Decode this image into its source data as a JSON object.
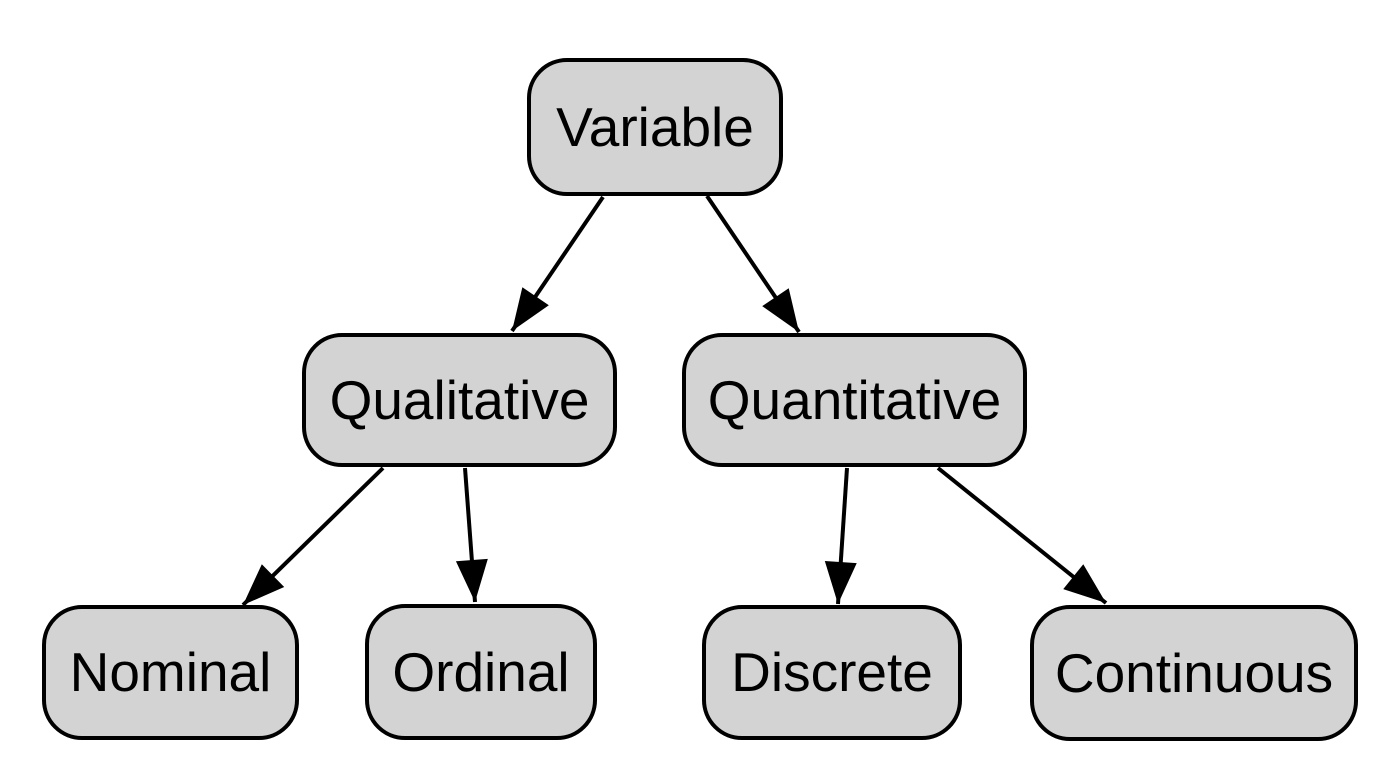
{
  "nodes": {
    "variable": {
      "label": "Variable"
    },
    "qualitative": {
      "label": "Qualitative"
    },
    "quantitative": {
      "label": "Quantitative"
    },
    "nominal": {
      "label": "Nominal"
    },
    "ordinal": {
      "label": "Ordinal"
    },
    "discrete": {
      "label": "Discrete"
    },
    "continuous": {
      "label": "Continuous"
    }
  },
  "edges": [
    {
      "from": "Variable",
      "to": "Qualitative"
    },
    {
      "from": "Variable",
      "to": "Quantitative"
    },
    {
      "from": "Qualitative",
      "to": "Nominal"
    },
    {
      "from": "Qualitative",
      "to": "Ordinal"
    },
    {
      "from": "Quantitative",
      "to": "Discrete"
    },
    {
      "from": "Quantitative",
      "to": "Continuous"
    }
  ],
  "colors": {
    "background": "#ffffff",
    "node_fill": "#d3d3d3",
    "node_stroke": "#000000",
    "arrow": "#000000",
    "text": "#000000"
  }
}
